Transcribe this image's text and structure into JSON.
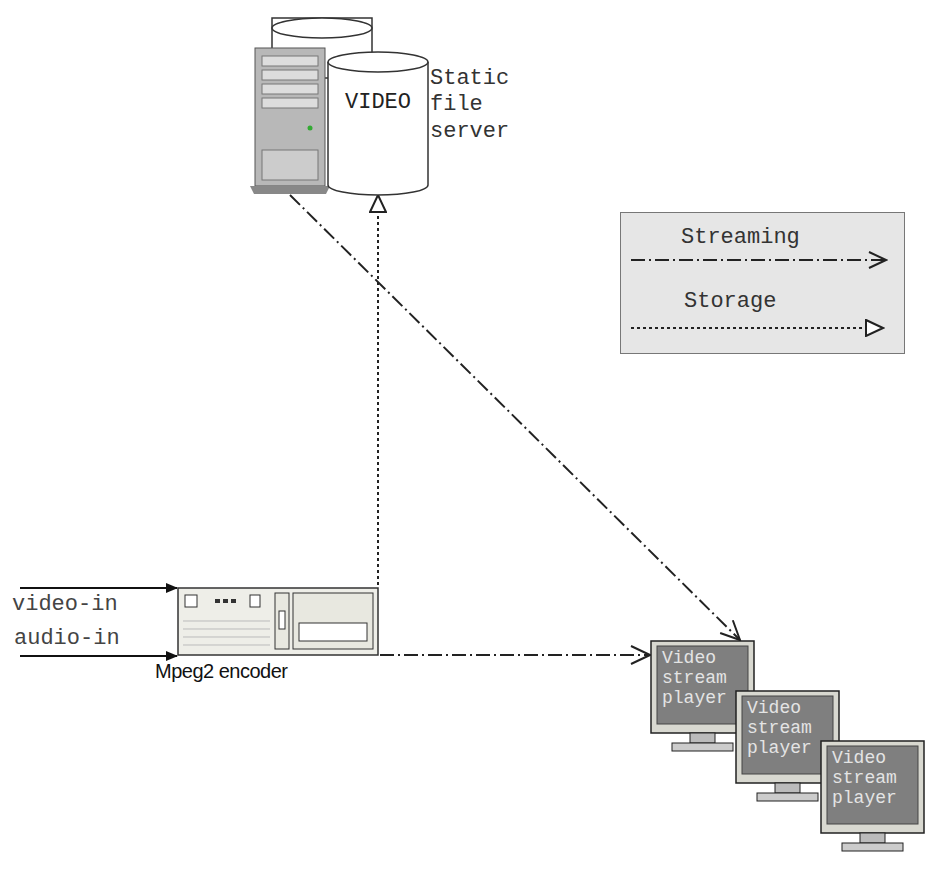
{
  "diagram": {
    "nodes": [
      {
        "text": [
          "VIDEO",
          "Static file server"
        ]
      },
      {
        "text": [
          "Mpeg2 encoder"
        ]
      },
      {
        "text": [
          "Video stream player"
        ]
      },
      {
        "text": [
          "Video stream player"
        ]
      },
      {
        "text": [
          "Video stream player"
        ]
      }
    ],
    "edges": [
      {
        "from": 1,
        "to": 0,
        "arrow": "to"
      },
      {
        "from": 0,
        "to": 2,
        "arrow": "to"
      },
      {
        "from": 1,
        "to": 2,
        "arrow": "to"
      }
    ],
    "labels": [
      "video-in",
      "audio-in"
    ],
    "legend": [
      {
        "text": "Streaming"
      },
      {
        "text": "Storage"
      }
    ]
  }
}
